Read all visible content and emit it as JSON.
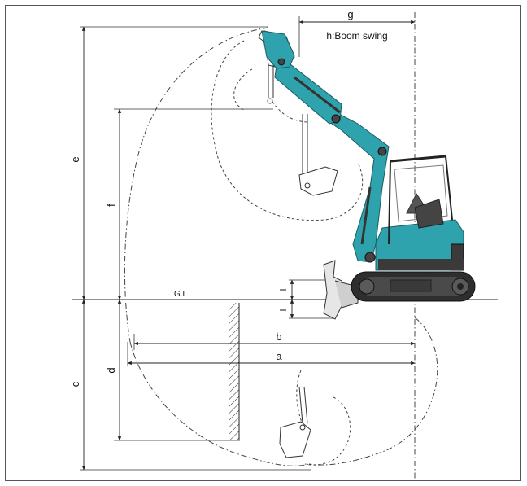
{
  "labels": {
    "a": "a",
    "b": "b",
    "c": "c",
    "d": "d",
    "e": "e",
    "f": "f",
    "g": "g",
    "h": "h:Boom swing",
    "i": "i",
    "gl": "G.L"
  },
  "colors": {
    "machine_teal": "#2fa3ad",
    "machine_dark": "#3a3a3a",
    "line": "#222222",
    "frame": "#555555"
  }
}
